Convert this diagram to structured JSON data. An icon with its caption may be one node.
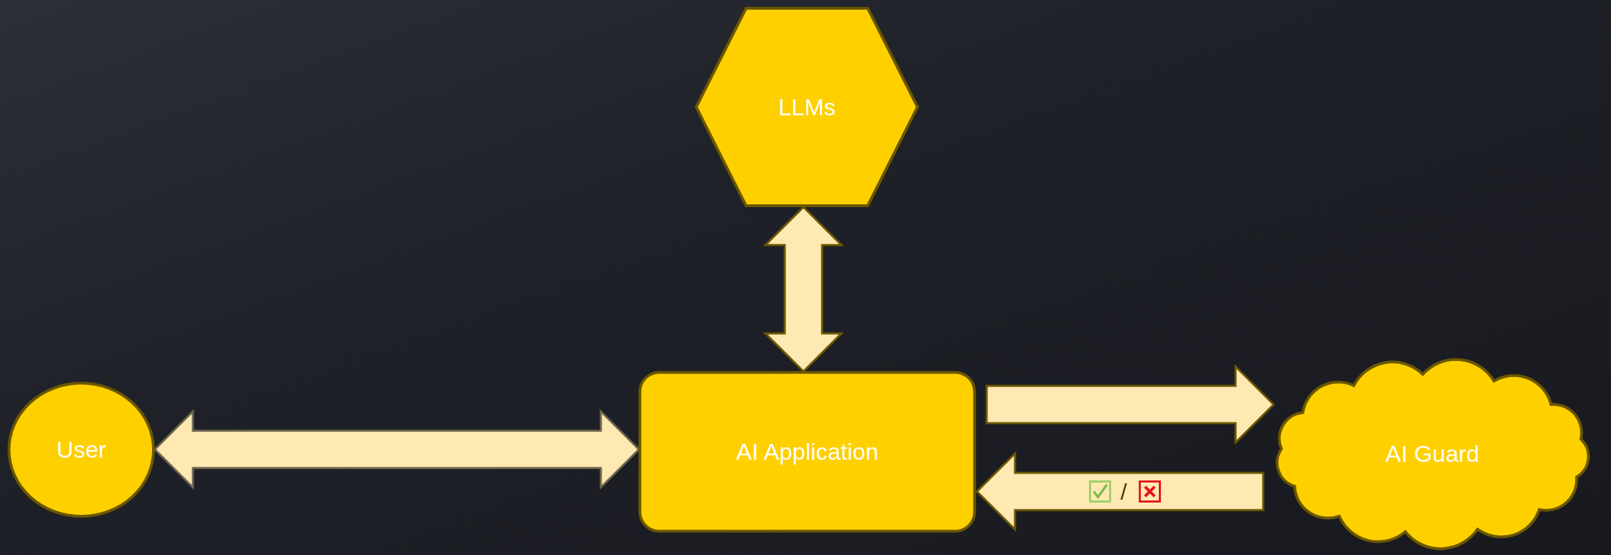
{
  "diagram": {
    "nodes": [
      {
        "text": [
          "LLMs"
        ]
      },
      {
        "text": [
          "User"
        ]
      },
      {
        "text": [
          "AI Application"
        ]
      },
      {
        "text": [
          "AI Guard"
        ]
      }
    ],
    "edges": [
      {
        "from": 2,
        "to": 0,
        "arrow": "both",
        "style": "thick"
      },
      {
        "from": 1,
        "to": 2,
        "arrow": "both",
        "style": "thick"
      },
      {
        "from": 2,
        "to": 3,
        "arrow": "to",
        "style": "thick"
      },
      {
        "from": 3,
        "to": 2,
        "arrow": "to",
        "style": "thick",
        "label": "/"
      }
    ]
  }
}
